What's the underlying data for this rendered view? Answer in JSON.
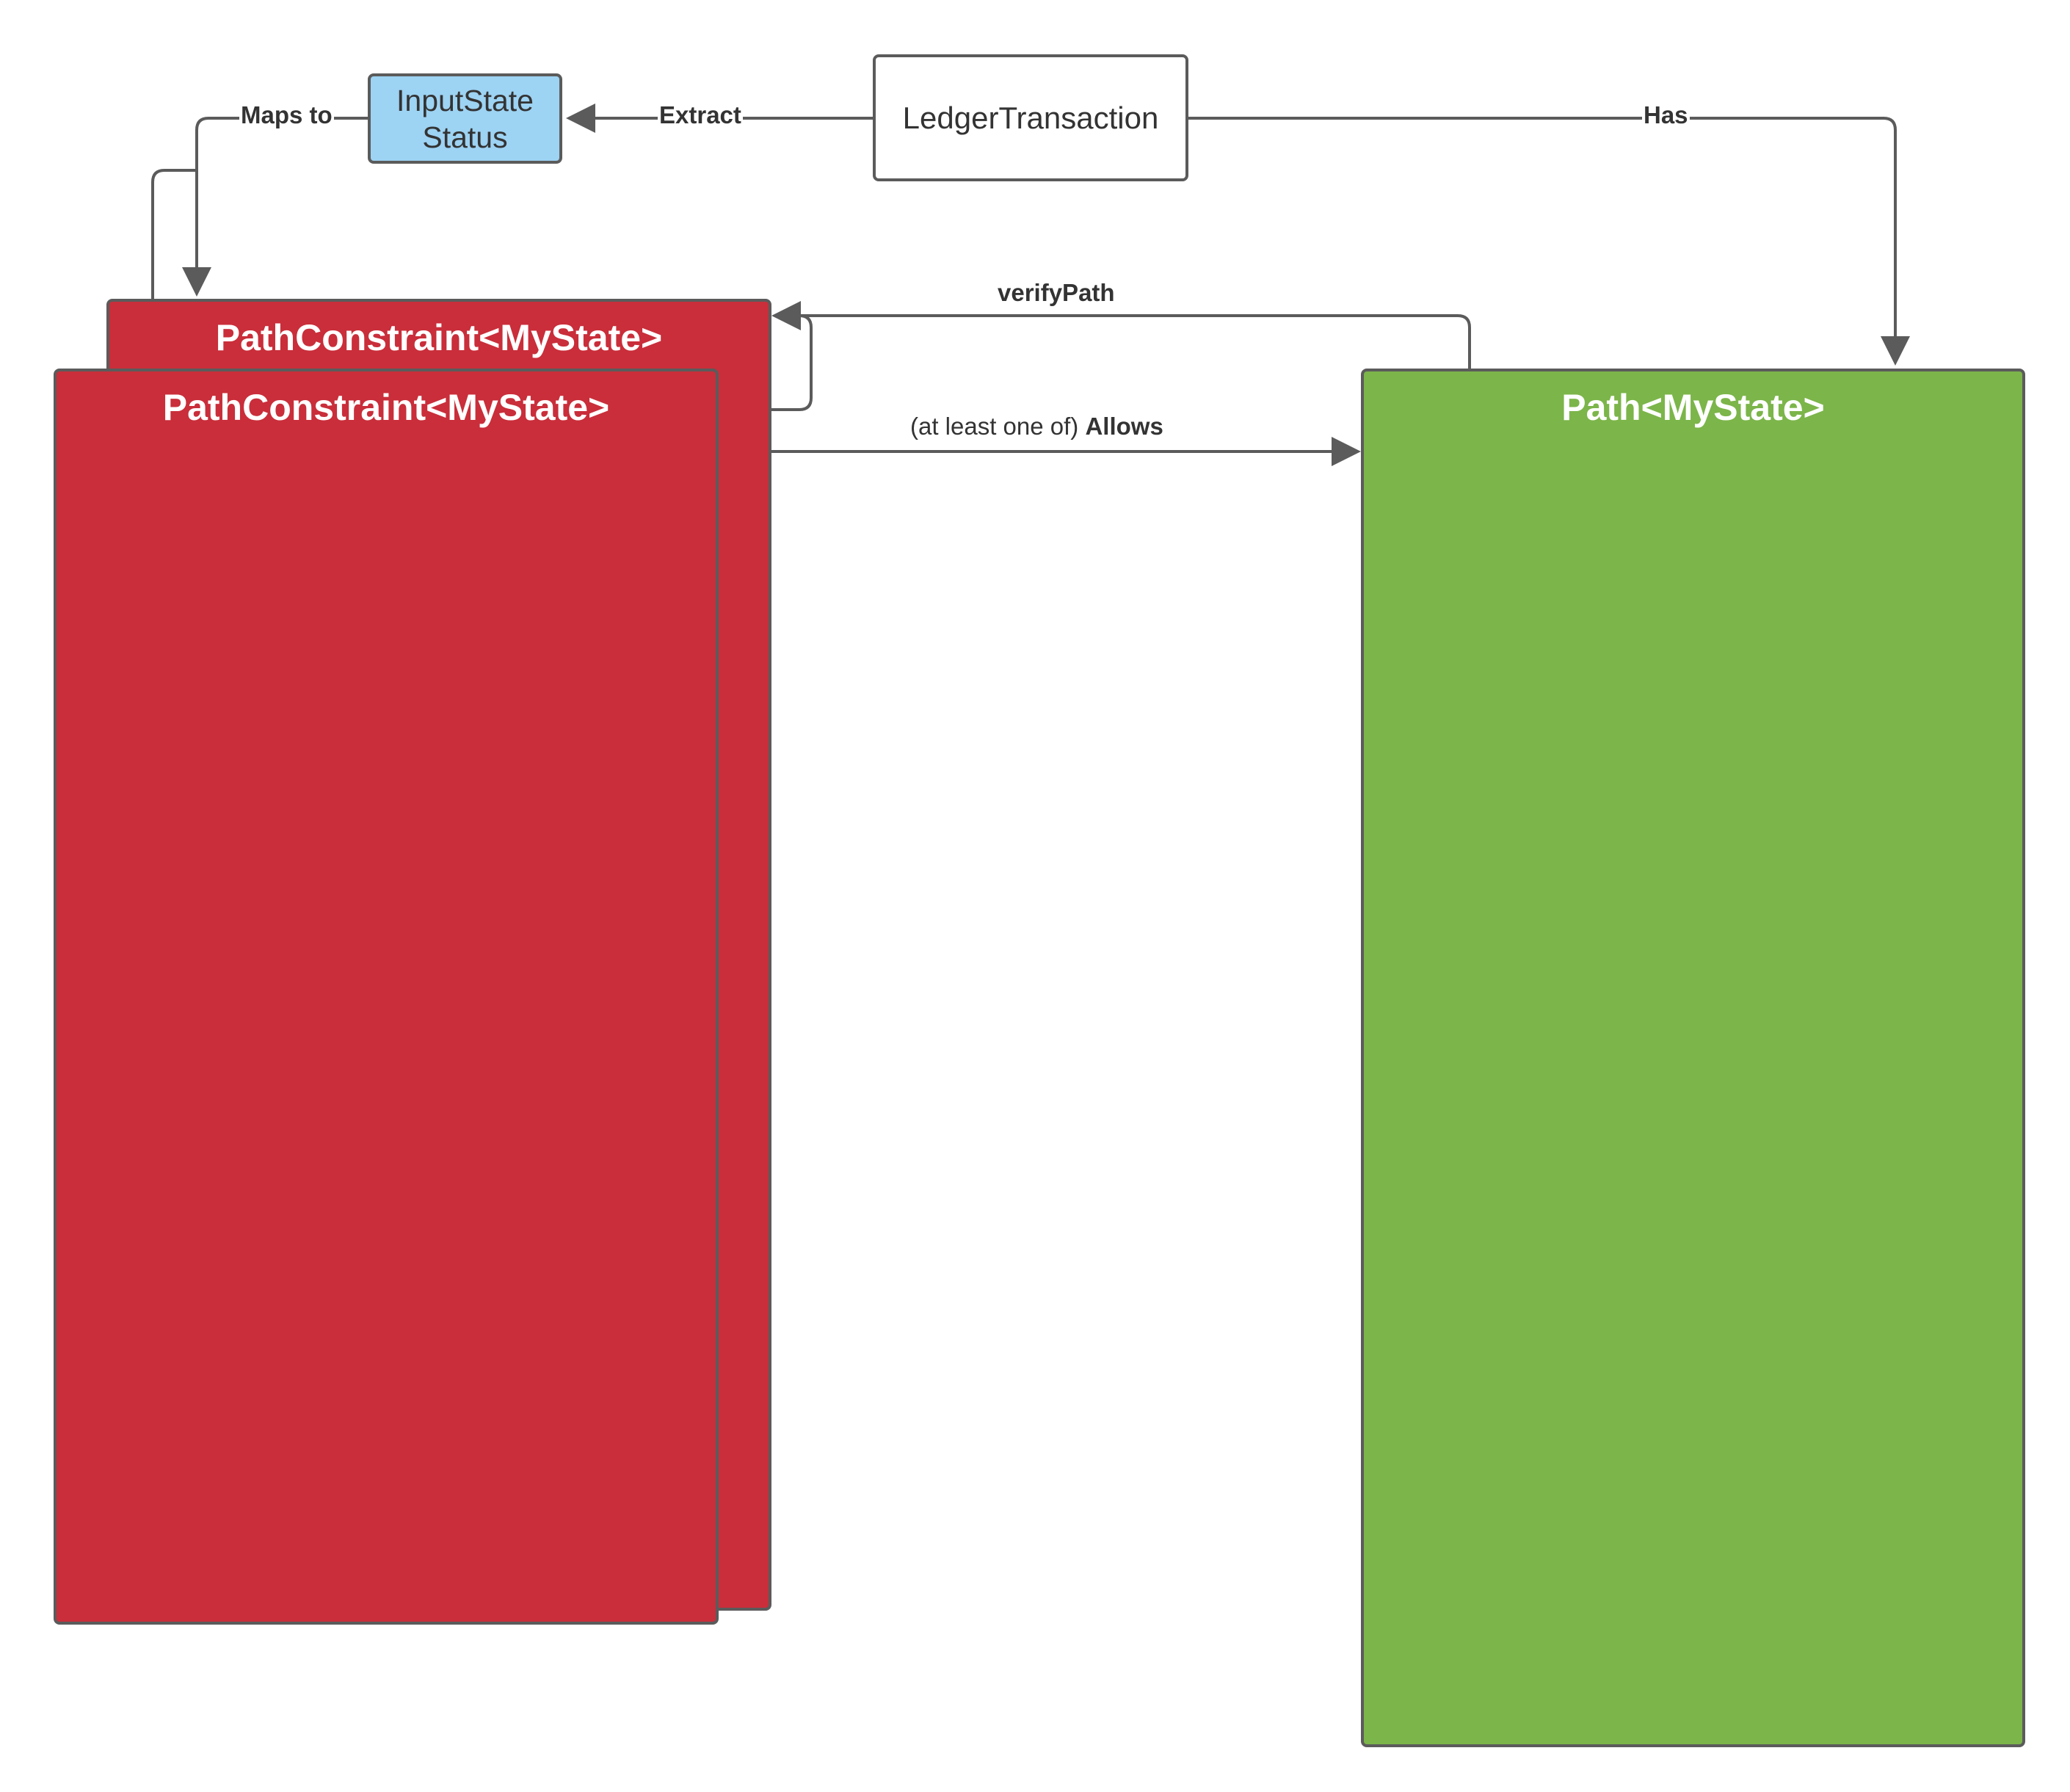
{
  "diagram": {
    "nodes": {
      "ledger_transaction": {
        "label": "LedgerTransaction"
      },
      "input_state_status": {
        "line1": "InputState",
        "line2": "Status"
      },
      "path_constraint_back": {
        "label": "PathConstraint<MyState>"
      },
      "path_constraint_front": {
        "label": "PathConstraint<MyState>"
      },
      "path": {
        "label": "Path<MyState>"
      }
    },
    "edges": {
      "extract": {
        "label": "Extract"
      },
      "maps_to": {
        "label": "Maps to"
      },
      "has": {
        "label": "Has"
      },
      "verify_path": {
        "label": "verifyPath"
      },
      "allows": {
        "prefix": "(at least one of) ",
        "label": "Allows"
      }
    },
    "colors": {
      "constraint_fill": "#c92e3a",
      "path_fill": "#7cb54a",
      "input_status_fill": "#9dd3f3",
      "ledger_fill": "#ffffff",
      "stroke": "#5b5b5b"
    }
  }
}
